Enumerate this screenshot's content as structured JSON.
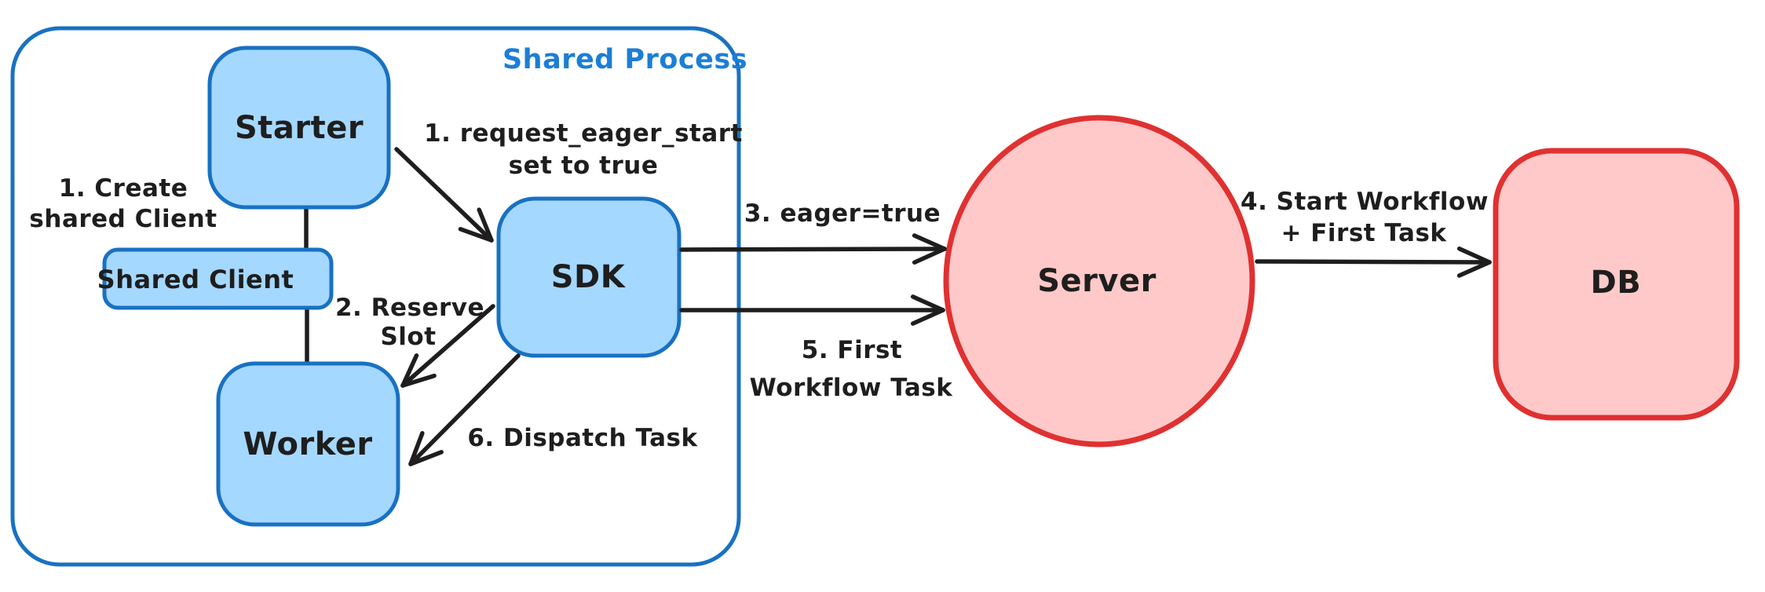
{
  "diagram": {
    "container": {
      "label": "Shared Process"
    },
    "nodes": {
      "starter": {
        "label": "Starter"
      },
      "shared_client": {
        "label": "Shared Client"
      },
      "worker": {
        "label": "Worker"
      },
      "sdk": {
        "label": "SDK"
      },
      "server": {
        "label": "Server"
      },
      "db": {
        "label": "DB"
      }
    },
    "annotations": {
      "create_shared_client": {
        "lines": [
          "1. Create",
          "shared Client"
        ]
      },
      "request_eager_start": {
        "lines": [
          "1. request_eager_start",
          "set to true"
        ]
      },
      "reserve_slot": {
        "lines": [
          "2. Reserve",
          "Slot"
        ]
      },
      "eager_true": {
        "lines": [
          "3. eager=true"
        ]
      },
      "start_workflow": {
        "lines": [
          "4. Start Workflow",
          "+ First Task"
        ]
      },
      "first_workflow_task": {
        "lines": [
          "5. First",
          "Workflow Task"
        ]
      },
      "dispatch_task": {
        "lines": [
          "6. Dispatch Task"
        ]
      }
    },
    "colors": {
      "blue_stroke": "#1971c2",
      "blue_fill": "#a5d8ff",
      "blue_text": "#1c7ed6",
      "red_stroke": "#e03131",
      "red_fill": "#ffc9c9",
      "ink": "#1e1e1e",
      "background": "#ffffff"
    }
  }
}
